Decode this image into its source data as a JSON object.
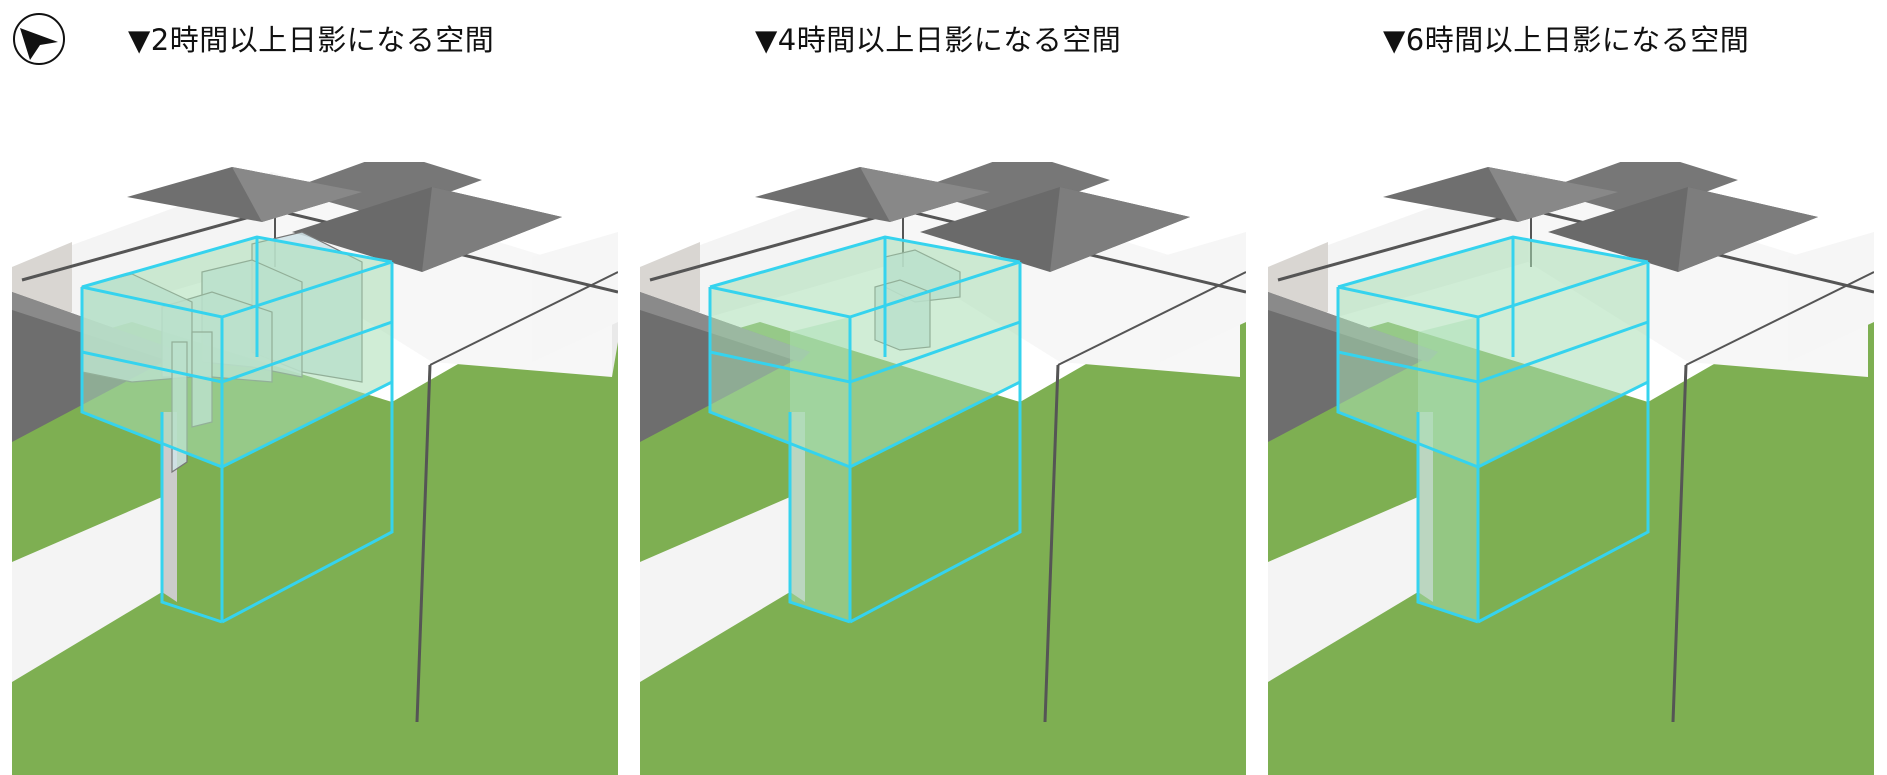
{
  "header": {
    "compass_icon": "north-arrow-icon",
    "titles": [
      "▼2時間以上日影になる空間",
      "▼4時間以上日影になる空間",
      "▼6時間以上日影になる空間"
    ]
  },
  "panels": [
    {
      "shadow_hours": 2,
      "volume_fill": "light-green",
      "frame_color": "#35d3ee"
    },
    {
      "shadow_hours": 4,
      "volume_fill": "light-green",
      "frame_color": "#35d3ee"
    },
    {
      "shadow_hours": 6,
      "volume_fill": "light-green",
      "frame_color": "#35d3ee"
    }
  ],
  "colors": {
    "lawn": "#7eaf52",
    "roof": "#6f6f6f",
    "wall": "#f6f6f6",
    "volume_frame": "#35d3ee",
    "volume_fill": "#a9dfb4",
    "box_fill": "#cfe3e8"
  }
}
